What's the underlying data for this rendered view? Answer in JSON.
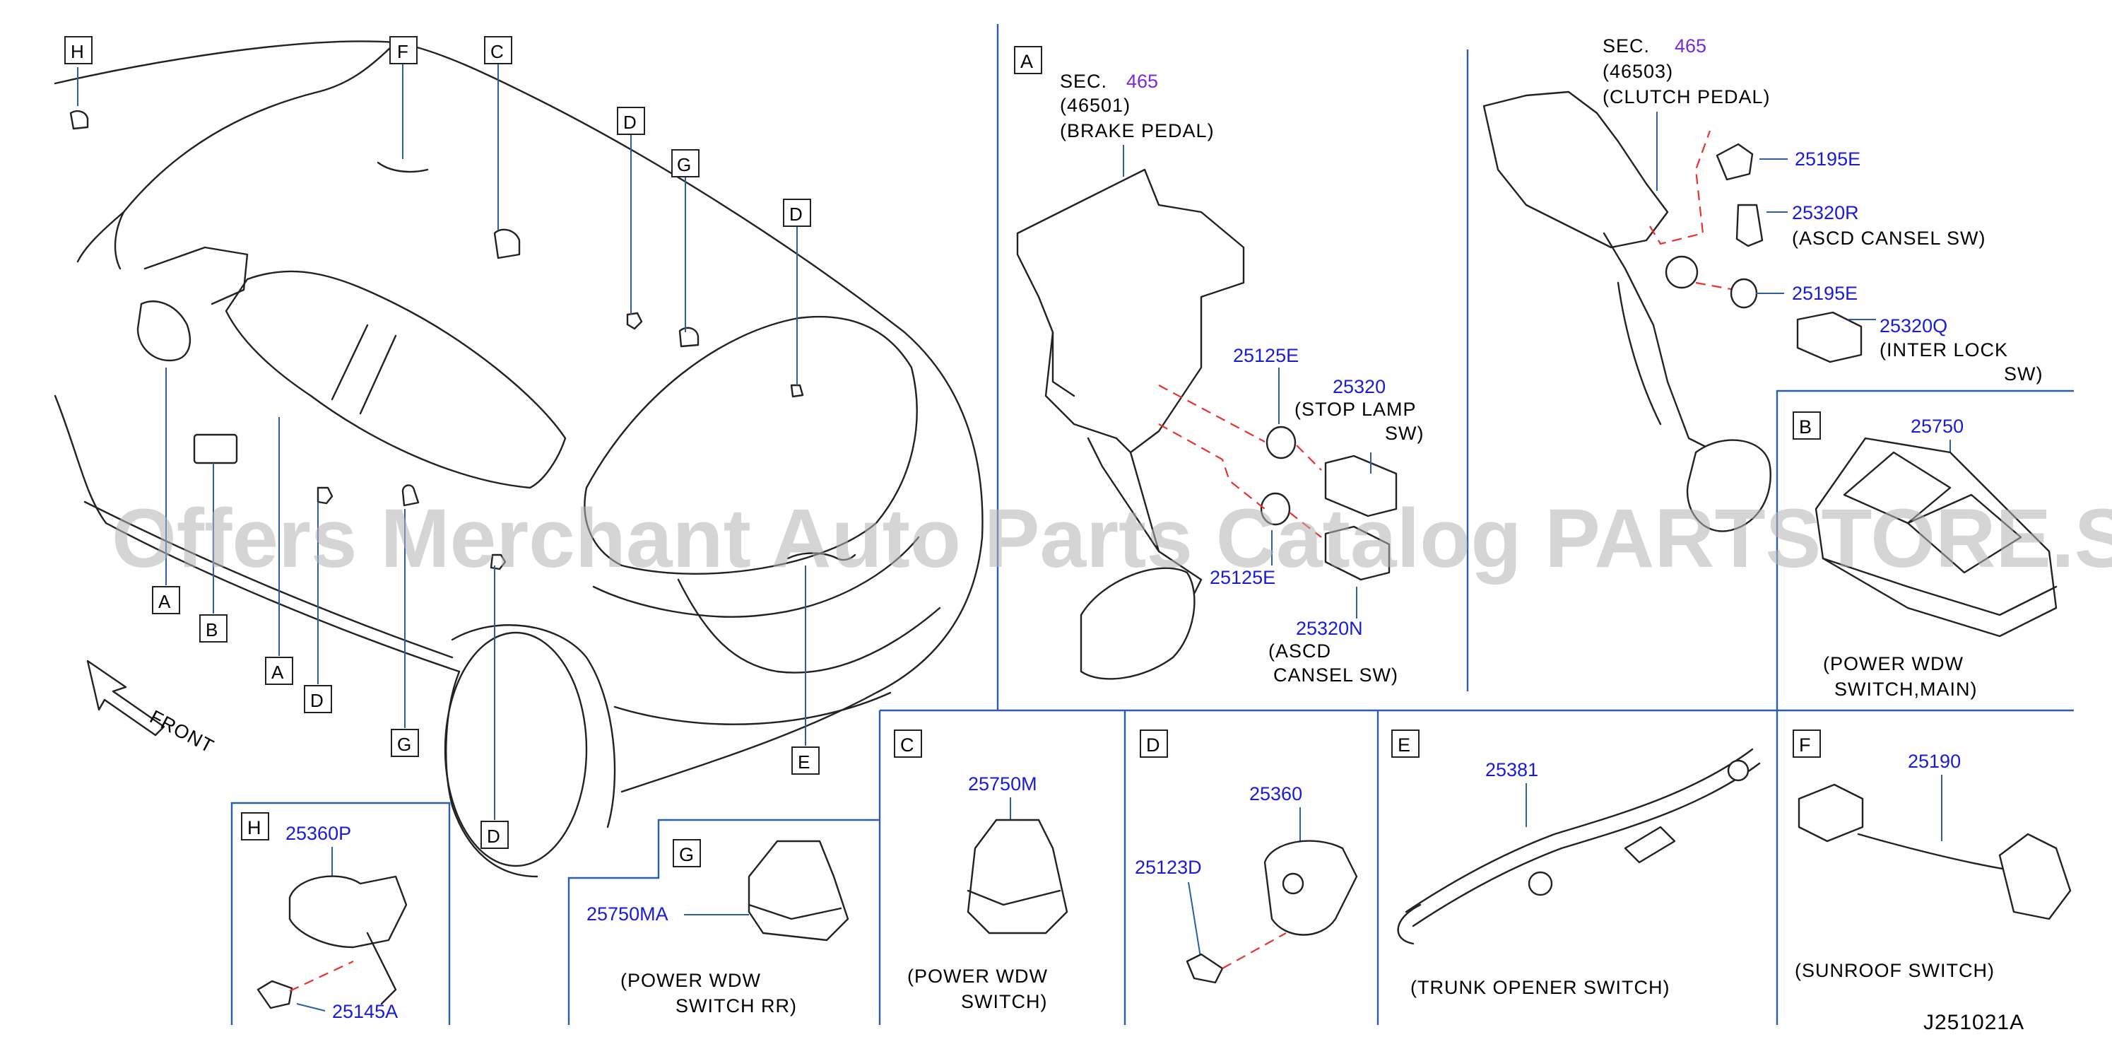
{
  "watermark": "Offers Merchant Auto Parts Catalog PARTSTORE.SA",
  "diagram_id": "J251021A",
  "front_label": "FRONT",
  "callout_letters": {
    "h": "H",
    "f": "F",
    "c": "C",
    "d": "D",
    "g": "G",
    "a": "A",
    "b": "B",
    "e": "E"
  },
  "panel_a": {
    "letter": "A",
    "sec_label": "SEC.",
    "sec_num": "465",
    "sub": "(46501)",
    "name": "(BRAKE   PEDAL)",
    "parts": {
      "p25125e_top": "25125E",
      "p25320": "25320",
      "stop1": "(STOP   LAMP",
      "stop2": "SW)",
      "p25125e_bot": "25125E",
      "p25320n": "25320N",
      "ascd1": "(ASCD",
      "ascd2": "CANSEL   SW)"
    }
  },
  "panel_clutch": {
    "sec_label": "SEC.",
    "sec_num": "465",
    "sub": "(46503)",
    "name": "(CLUTCH   PEDAL)",
    "parts": {
      "p25195e_top": "25195E",
      "p25320r": "25320R",
      "ascd": "(ASCD   CANSEL   SW)",
      "p25195e_mid": "25195E",
      "p25320q": "25320Q",
      "inter1": "(INTER   LOCK",
      "inter2": "SW)"
    }
  },
  "panel_b": {
    "letter": "B",
    "part": "25750",
    "cap1": "(POWER   WDW",
    "cap2": "SWITCH,MAIN)"
  },
  "panel_c": {
    "letter": "C",
    "part": "25750M",
    "cap1": "(POWER   WDW",
    "cap2": "SWITCH)"
  },
  "panel_d": {
    "letter": "D",
    "part1": "25360",
    "part2": "25123D"
  },
  "panel_e": {
    "letter": "E",
    "part": "25381",
    "cap": "(TRUNK   OPENER   SWITCH)"
  },
  "panel_f": {
    "letter": "F",
    "part": "25190",
    "cap": "(SUNROOF   SWITCH)"
  },
  "panel_g": {
    "letter": "G",
    "part": "25750MA",
    "cap1": "(POWER   WDW",
    "cap2": "SWITCH   RR)"
  },
  "panel_h": {
    "letter": "H",
    "part1": "25360P",
    "part2": "25145A"
  }
}
